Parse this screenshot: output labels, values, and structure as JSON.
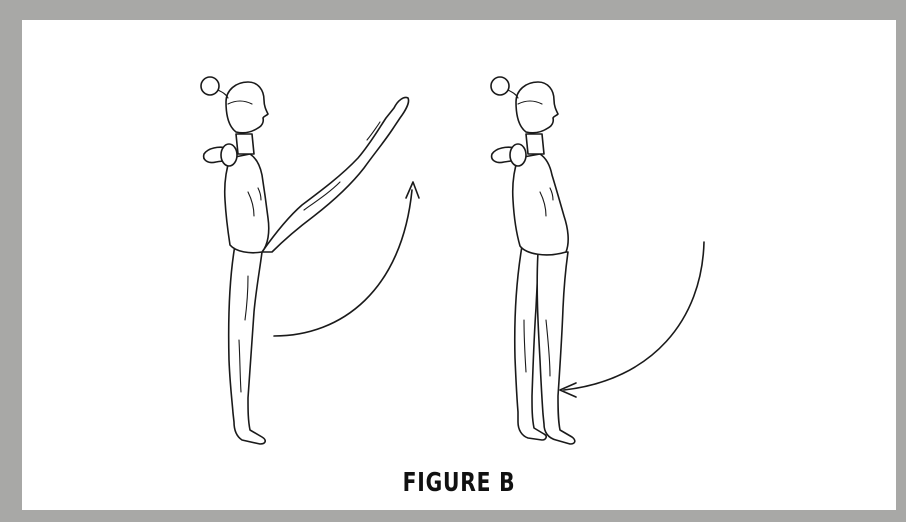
{
  "figure": {
    "caption": "FIGURE B"
  },
  "illustration": {
    "left_pose": "standing-leg-raised",
    "right_pose": "standing-leg-lowered",
    "left_arrow": "curved-arrow-up-icon",
    "right_arrow": "curved-arrow-down-icon"
  },
  "colors": {
    "frame": "#a8a8a6",
    "panel": "#ffffff",
    "ink": "#1a1a1a"
  }
}
